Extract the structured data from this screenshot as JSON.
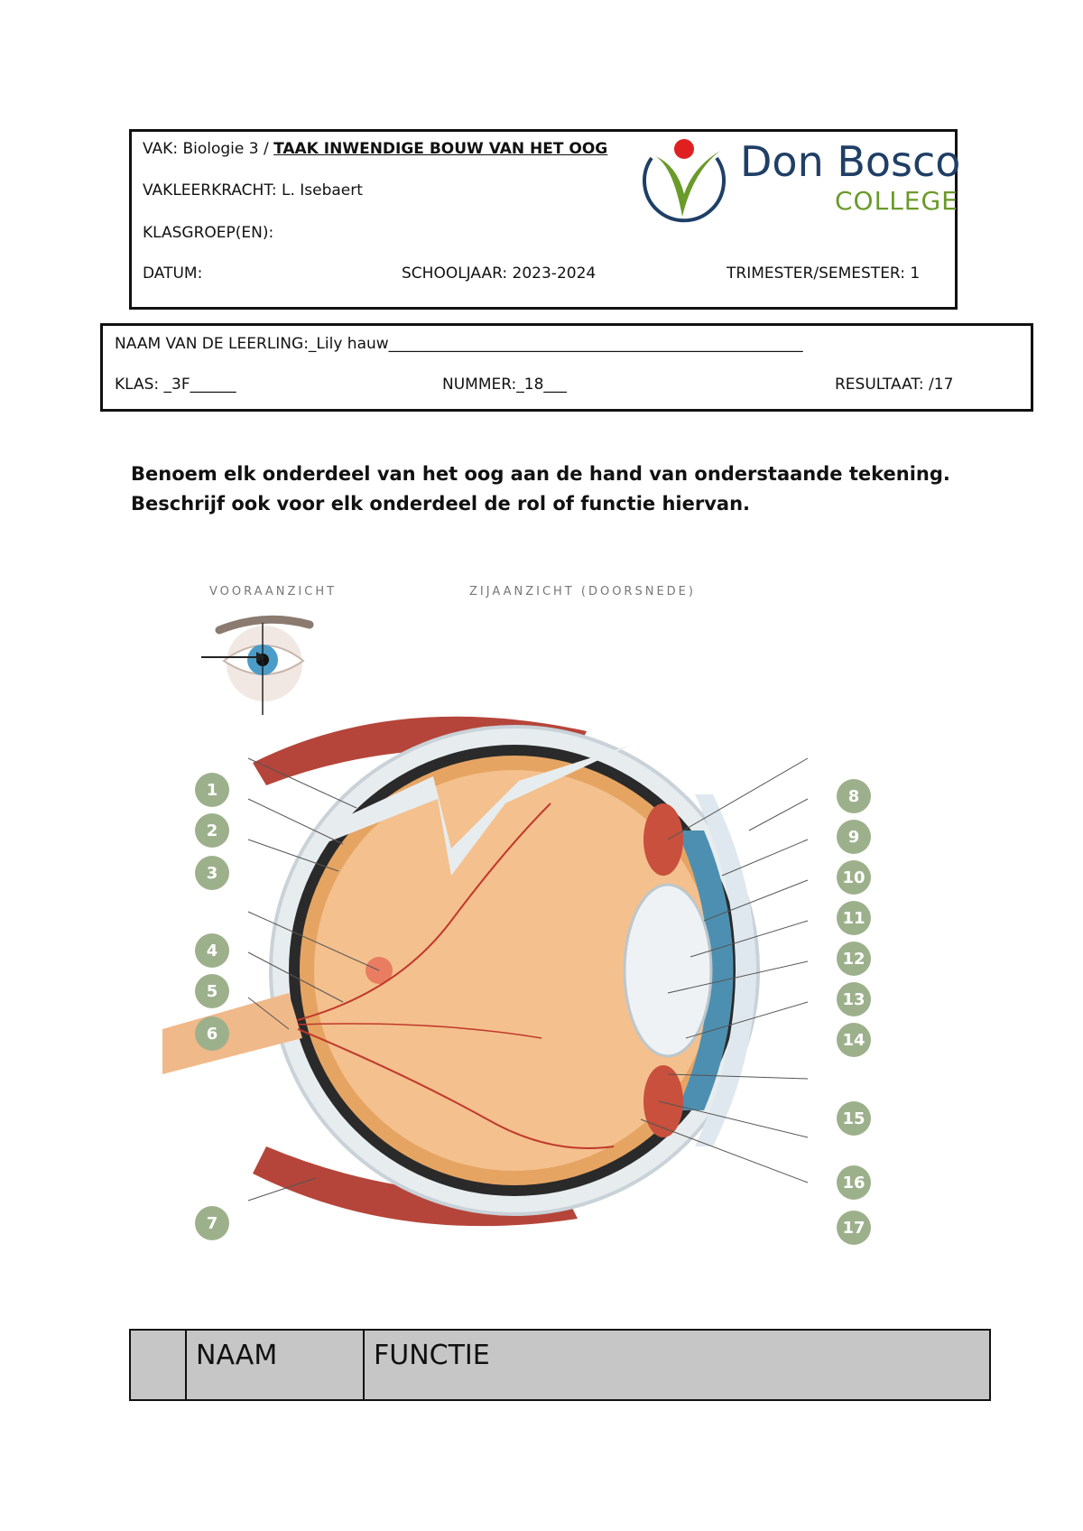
{
  "header": {
    "vak_prefix": "VAK: Biologie 3 / ",
    "vak_title": "TAAK INWENDIGE BOUW VAN HET OOG",
    "vakleerkracht": "VAKLEERKRACHT: L. Isebaert",
    "klasgroep": "KLASGROEP(EN):",
    "datum": "DATUM:",
    "schooljaar": "SCHOOLJAAR: 2023-2024",
    "trimester": "TRIMESTER/SEMESTER: 1"
  },
  "logo": {
    "name": "Don Bosco",
    "sub": "COLLEGE"
  },
  "student": {
    "naam": "NAAM VAN DE LEERLING:_Lily hauw______________________________________________________",
    "klas": "KLAS: _3F______",
    "nummer": "NUMMER:_18___",
    "resultaat": "RESULTAAT:    /17"
  },
  "instructions": {
    "line1": "Benoem elk onderdeel van het oog aan de hand van onderstaande tekening.",
    "line2": "Beschrijf ook voor elk onderdeel de rol of functie hiervan."
  },
  "figure": {
    "front_view_label": "VOORAANZICHT",
    "side_view_label": "ZIJAANZICHT (DOORSNEDE)",
    "labels_left": [
      "1",
      "2",
      "3",
      "4",
      "5",
      "6",
      "7"
    ],
    "labels_right": [
      "8",
      "9",
      "10",
      "11",
      "12",
      "13",
      "14",
      "15",
      "16",
      "17"
    ],
    "colors": {
      "label_bg": "#9db08c",
      "muscle": "#b5453a",
      "retina": "#f2b27a",
      "iris": "#4d8fb0"
    }
  },
  "table": {
    "col_naam": "NAAM",
    "col_functie": "FUNCTIE"
  }
}
